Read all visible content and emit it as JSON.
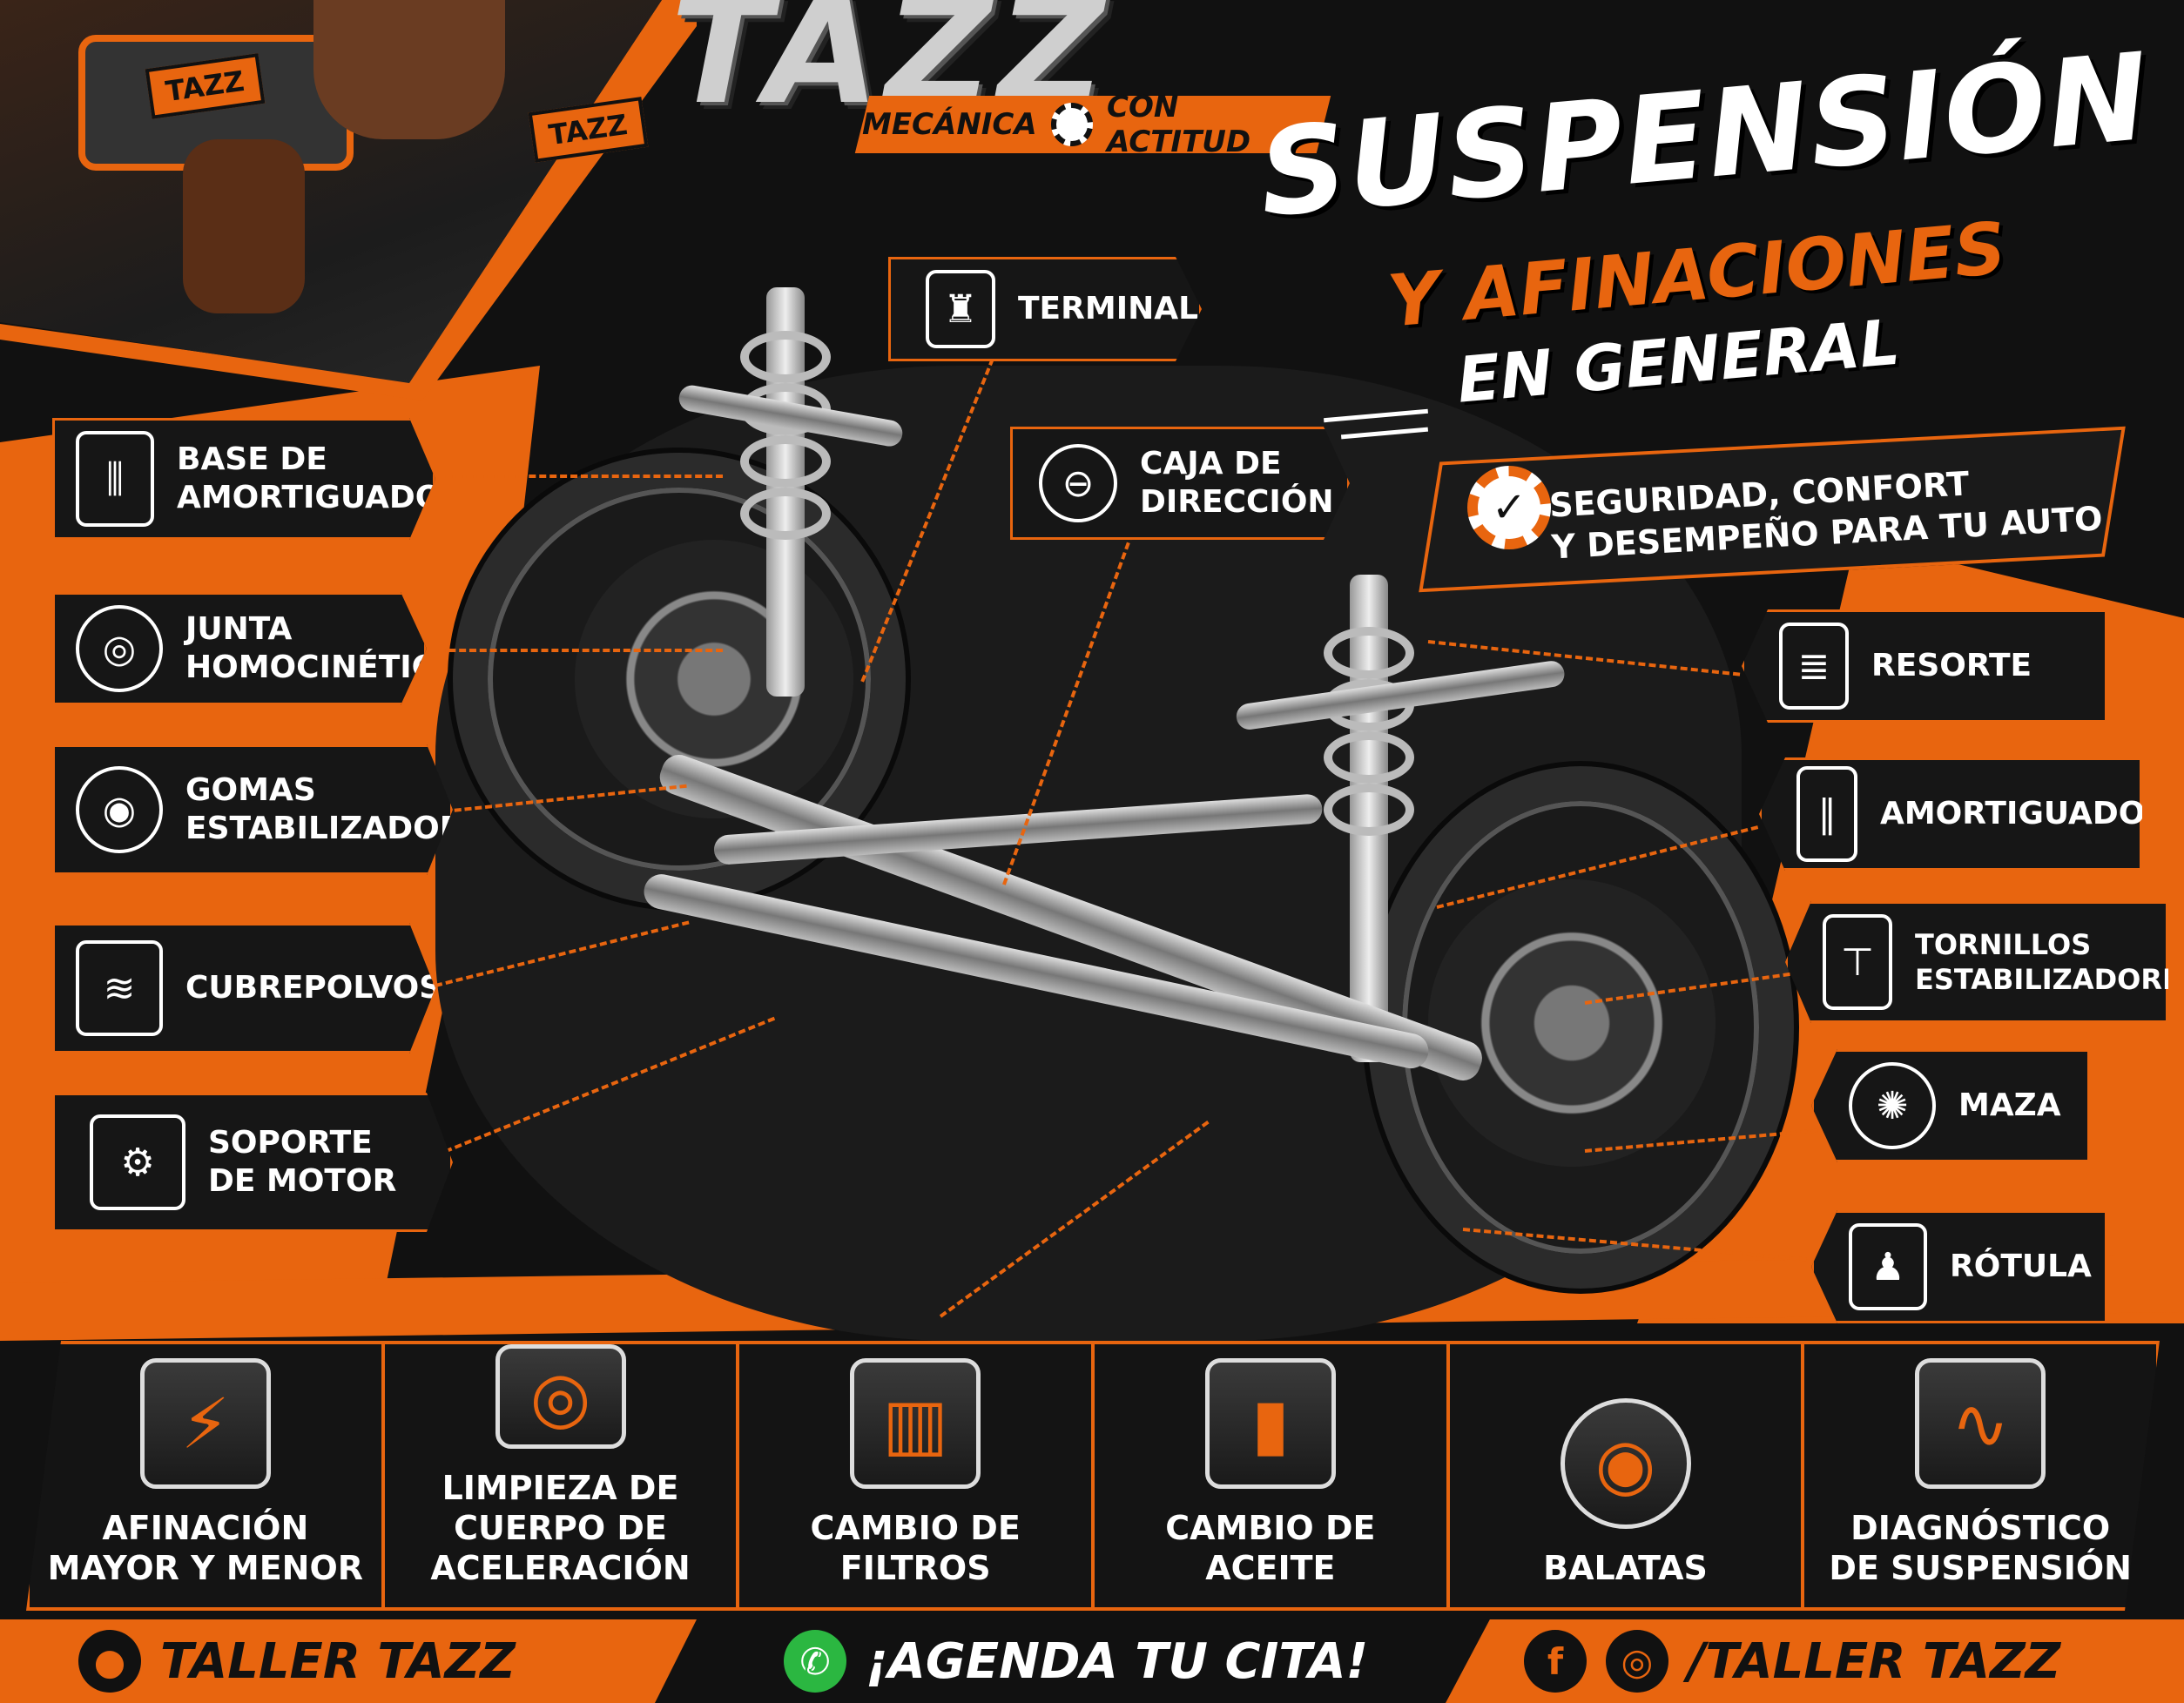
{
  "brand": {
    "logo_text": "TAZZ",
    "tagline_left": "MECÁNICA",
    "tagline_right": "CON ACTITUD",
    "mascot_tag_1": "TAZZ",
    "mascot_tag_2": "TAZZ"
  },
  "headline": {
    "title": "SUSPENSIÓN",
    "subtitle_1": "Y AFINACIONES",
    "subtitle_2": "EN GENERAL"
  },
  "slogan": {
    "line_1": "SEGURIDAD, CONFORT",
    "line_2": "Y DESEMPEÑO PARA TU AUTO",
    "icon": "gear-check-icon"
  },
  "parts_left": [
    {
      "label": "BASE DE\nAMORTIGUADOR",
      "icon": "shock-mount-icon"
    },
    {
      "label": "JUNTA\nHOMOCINÉTICA",
      "icon": "cv-joint-icon"
    },
    {
      "label": "GOMAS\nESTABILIZADORAS",
      "icon": "bushing-icon"
    },
    {
      "label": "CUBREPOLVOS",
      "icon": "dust-boot-icon"
    },
    {
      "label": "SOPORTE\nDE MOTOR",
      "icon": "engine-mount-icon"
    }
  ],
  "parts_top": [
    {
      "label": "TERMINAL",
      "icon": "tie-rod-end-icon"
    },
    {
      "label": "CAJA DE\nDIRECCIÓN",
      "icon": "steering-wheel-icon"
    }
  ],
  "parts_right": [
    {
      "label": "RESORTE",
      "icon": "coil-spring-icon"
    },
    {
      "label": "AMORTIGUADOR",
      "icon": "shock-absorber-icon"
    },
    {
      "label": "TORNILLOS\nESTABILIZADORES",
      "icon": "bolt-icon"
    },
    {
      "label": "MAZA",
      "icon": "wheel-hub-icon"
    },
    {
      "label": "RÓTULA",
      "icon": "ball-joint-icon"
    }
  ],
  "services": [
    {
      "label": "AFINACIÓN\nMAYOR Y MENOR",
      "icon": "spark-plug-icon"
    },
    {
      "label": "LIMPIEZA DE\nCUERPO DE ACELERACIÓN",
      "icon": "throttle-body-icon"
    },
    {
      "label": "CAMBIO DE\nFILTROS",
      "icon": "air-filter-icon"
    },
    {
      "label": "CAMBIO DE\nACEITE",
      "icon": "oil-can-icon"
    },
    {
      "label": "BALATAS",
      "icon": "brake-disc-icon"
    },
    {
      "label": "DIAGNÓSTICO\nDE SUSPENSIÓN",
      "icon": "laptop-diagnostic-icon"
    }
  ],
  "footer": {
    "location": "TALLER TAZZ",
    "cta": "¡AGENDA TU CITA!",
    "social": "/TALLER TAZZ"
  },
  "colors": {
    "accent": "#e8650f",
    "background": "#111111",
    "text": "#ffffff"
  }
}
